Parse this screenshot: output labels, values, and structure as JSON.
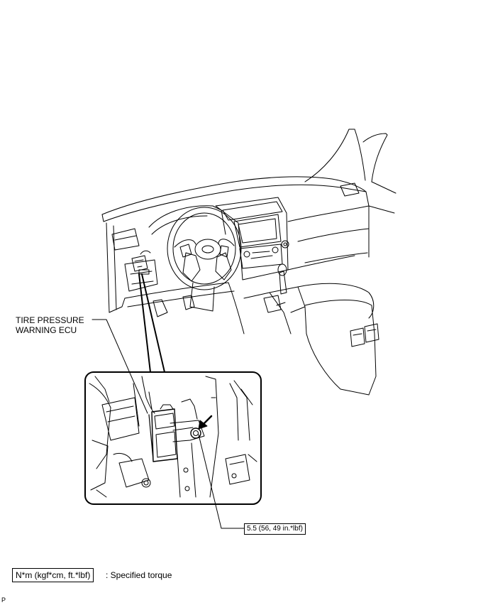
{
  "callouts": {
    "ecu_label_line1": "TIRE PRESSURE",
    "ecu_label_line2": "WARNING ECU",
    "torque_value": "5.5 (56, 49 in.*lbf)"
  },
  "legend": {
    "symbol": "N*m (kgf*cm, ft.*lbf)",
    "description": ": Specified torque"
  },
  "corner_mark": "P"
}
